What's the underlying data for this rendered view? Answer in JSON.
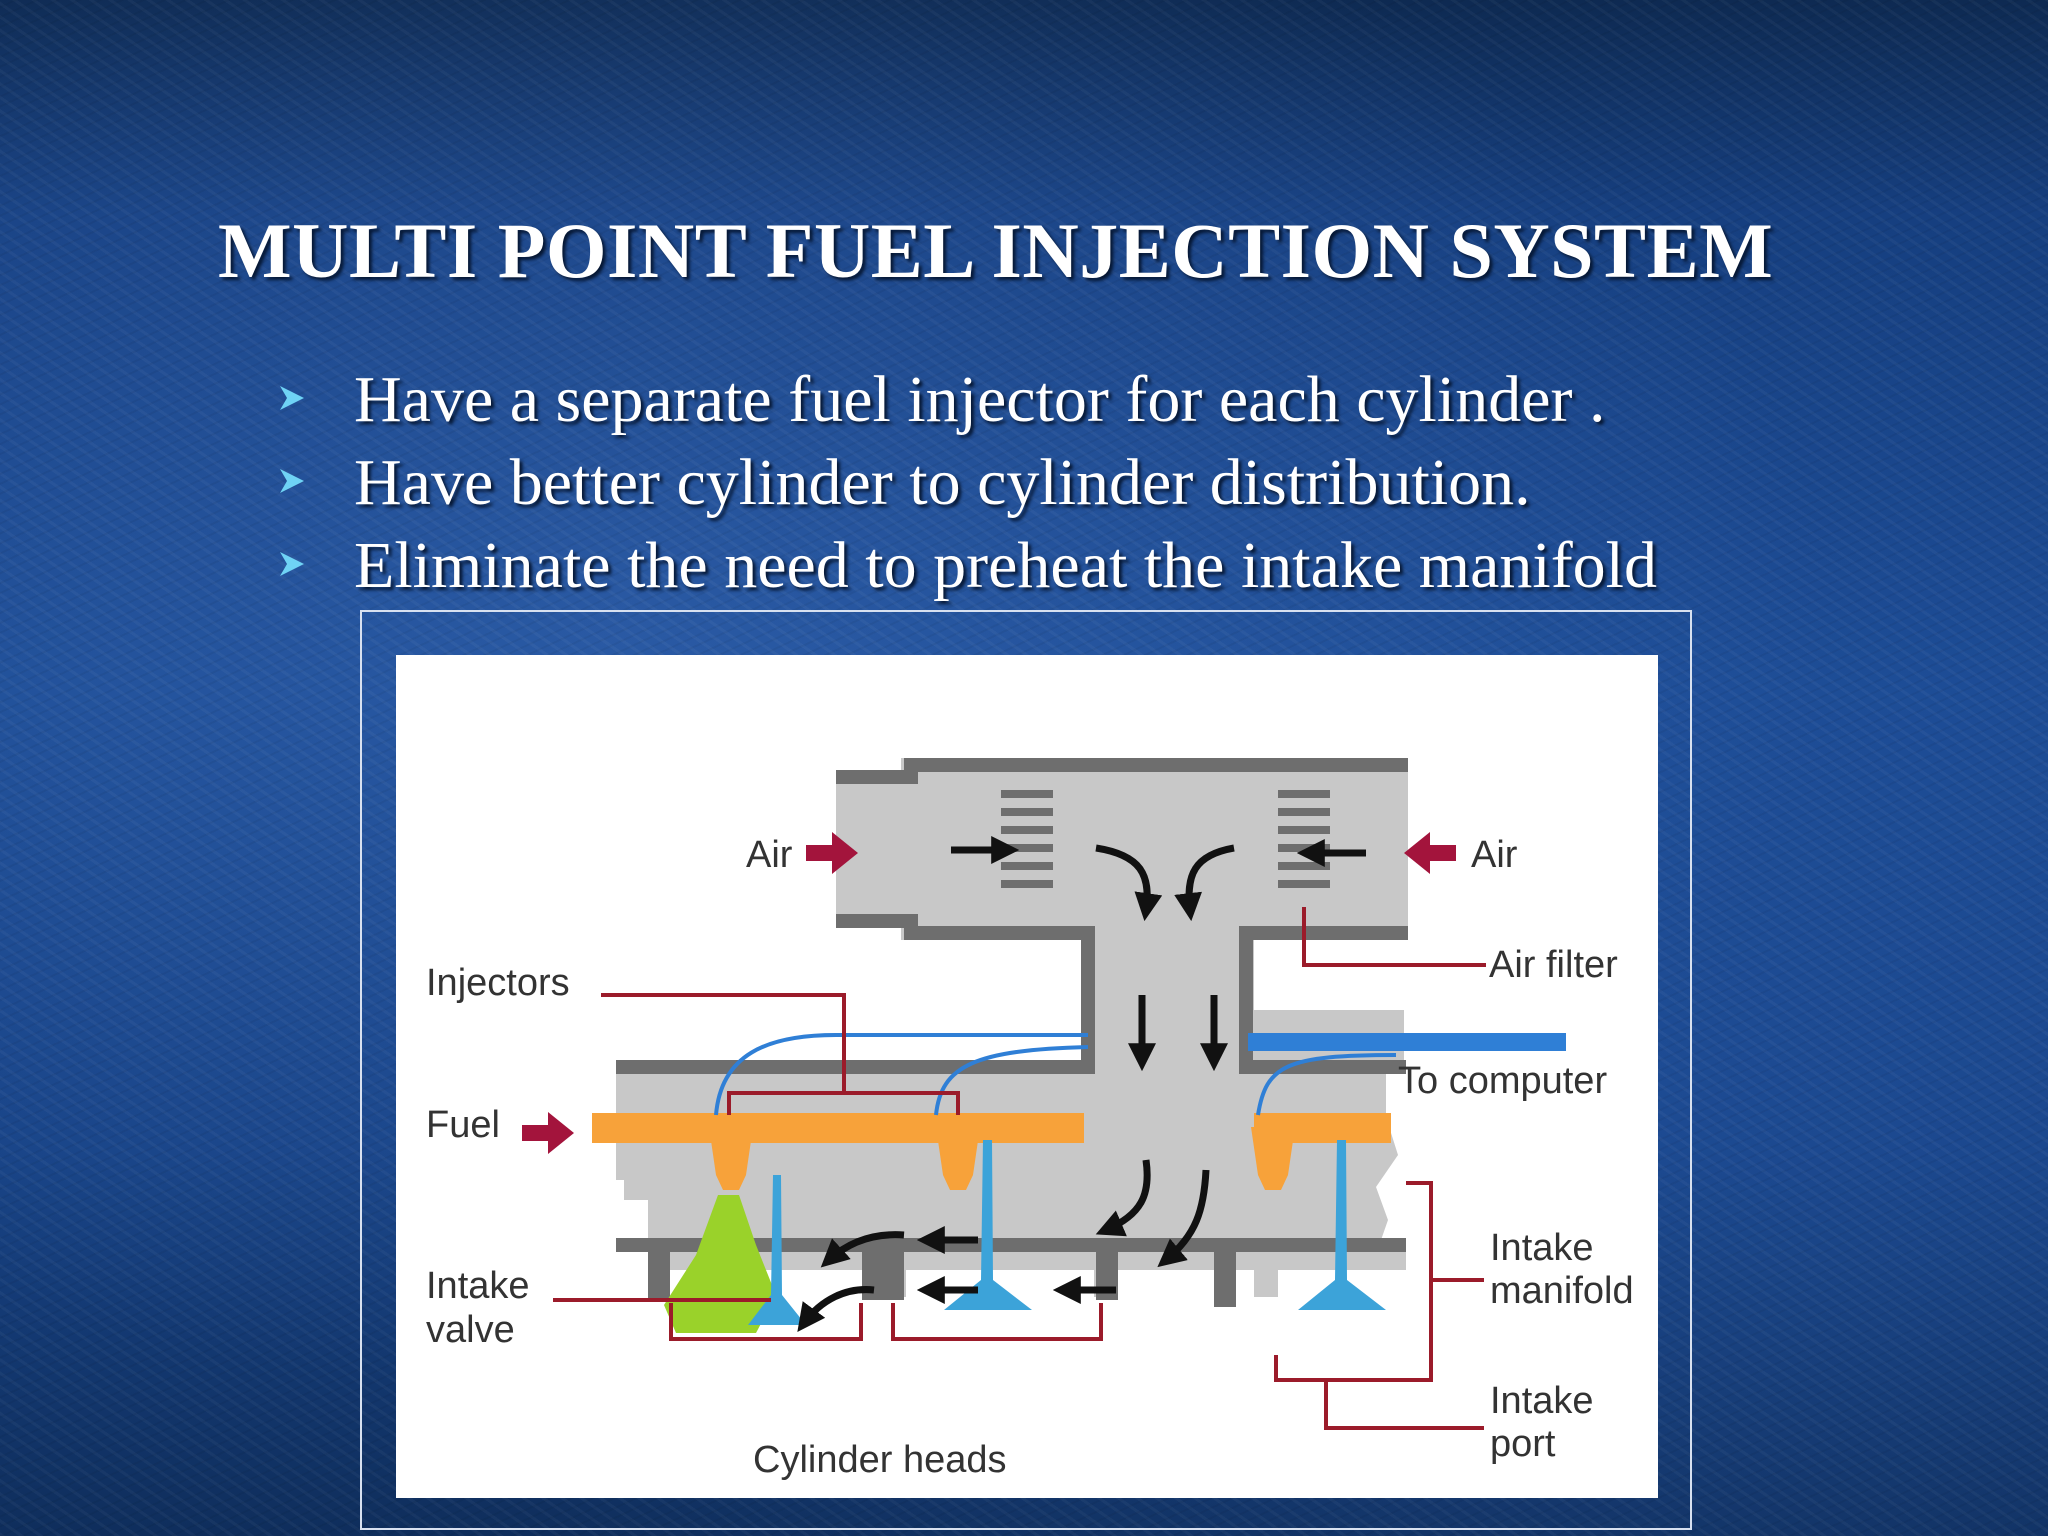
{
  "slide": {
    "title": "MULTI POINT FUEL INJECTION SYSTEM",
    "bullets": [
      "Have a separate fuel injector for each cylinder .",
      "Have better cylinder to cylinder distribution.",
      "Eliminate the need to preheat the intake manifold"
    ],
    "bullet_icon": "arrowhead-icon"
  },
  "diagram": {
    "labels": {
      "air_left": "Air",
      "air_right": "Air",
      "air_filter": "Air filter",
      "injectors": "Injectors",
      "to_computer": "To computer",
      "fuel": "Fuel",
      "intake_manifold_1": "Intake",
      "intake_manifold_2": "manifold",
      "intake_valve_1": "Intake",
      "intake_valve_2": "valve",
      "intake_port_1": "Intake",
      "intake_port_2": "port",
      "cylinder_heads": "Cylinder heads"
    },
    "colors": {
      "background": "#1b4a92",
      "housing": "#c8c8c8",
      "housing_outline": "#6e6e6e",
      "fuel_rail": "#f7a23a",
      "wire": "#2f7fd6",
      "leader_line": "#9b1b2a",
      "input_arrow": "#a3143c",
      "fuel_spray": "#9ad22a"
    }
  }
}
